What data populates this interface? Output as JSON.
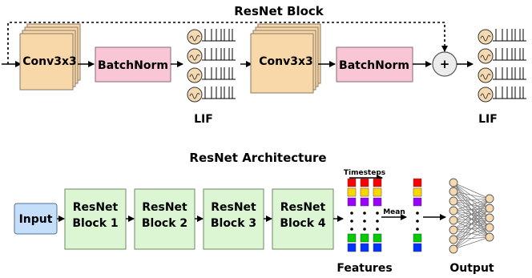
{
  "resnet_block": {
    "title": "ResNet Block",
    "conv_label": "Conv3x3",
    "bn_label": "BatchNorm",
    "lif_label": "LIF",
    "sum_symbol": "+"
  },
  "architecture": {
    "title": "ResNet Architecture",
    "input_label": "Input",
    "blocks": [
      [
        "ResNet",
        "Block 1"
      ],
      [
        "ResNet",
        "Block 2"
      ],
      [
        "ResNet",
        "Block 3"
      ],
      [
        "ResNet",
        "Block 4"
      ]
    ],
    "timesteps_label": "Timesteps",
    "mean_label": "Mean",
    "features_label": "Features",
    "output_label": "Output"
  },
  "colors": {
    "conv_fill": "#f8d7a8",
    "bn_fill": "#f9c6d6",
    "input_fill": "#c5defa",
    "block_fill": "#dcf5d3",
    "neuron_fill": "#f5d9b0",
    "feature_rows": [
      "#ff0000",
      "#ffd700",
      "#9900ff",
      "#00cc00",
      "#0033ff"
    ]
  }
}
